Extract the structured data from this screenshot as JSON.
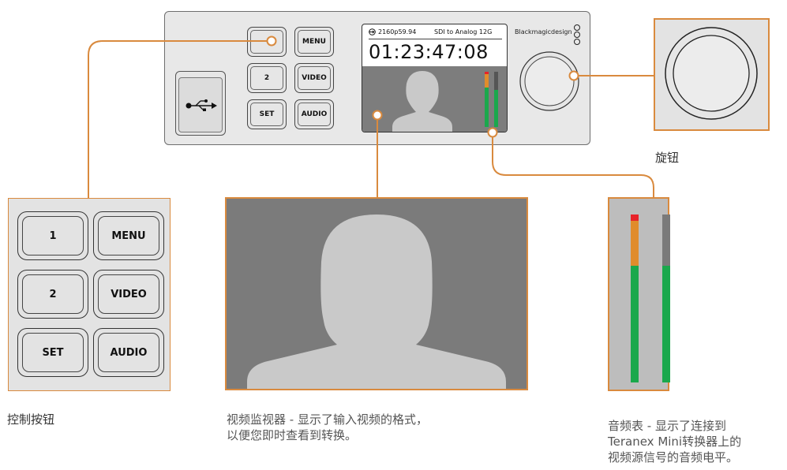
{
  "panel": {
    "buttons": {
      "b1": "",
      "menu": "MENU",
      "b2": "2",
      "video": "VIDEO",
      "set": "SET",
      "audio": "AUDIO"
    },
    "screen": {
      "format": "2160p59.94",
      "mode": "SDI to Analog 12G",
      "timecode": "01:23:47:08"
    },
    "brand": "Blackmagicdesign"
  },
  "control_keys": {
    "b1": "1",
    "menu": "MENU",
    "b2": "2",
    "video": "VIDEO",
    "set": "SET",
    "audio": "AUDIO"
  },
  "labels": {
    "controls": "控制按钮",
    "knob": "旋钮",
    "video_monitor_line1": "视频监视器 - 显示了输入视频的格式，",
    "video_monitor_line2": "以便您即时查看到转换。",
    "audio_meter_line1": "音频表 - 显示了连接到",
    "audio_meter_line2": "Teranex Mini转换器上的",
    "audio_meter_line3": "视频源信号的音频电平。"
  },
  "colors": {
    "accent": "#d98a3e",
    "meter_green": "#1aa84c",
    "meter_orange": "#e08c2c",
    "meter_red": "#e8232a",
    "video_grey": "#7b7b7b",
    "silhouette": "#c9c9c9"
  },
  "audio_levels": {
    "left_peak": 0.96,
    "right_peak": 0.65
  }
}
